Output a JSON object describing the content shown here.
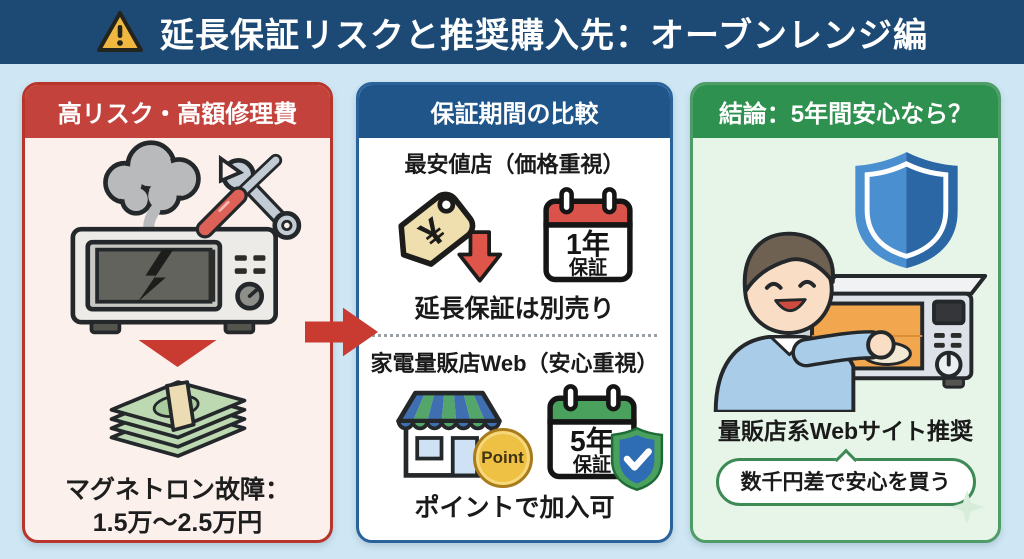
{
  "header": {
    "title": "延長保証リスクと推奨購入先：オーブンレンジ編"
  },
  "cards": {
    "risk": {
      "title": "高リスク・高額修理費",
      "caption_line1": "マグネトロン故障：",
      "caption_line2": "1.5万〜2.5万円"
    },
    "compare": {
      "title": "保証期間の比較",
      "cheapest": {
        "heading": "最安値店（価格重視）",
        "tag_currency": "¥",
        "calendar_years": "1年",
        "calendar_label": "保証",
        "caption": "延長保証は別売り"
      },
      "retailer": {
        "heading": "家電量販店Web（安心重視）",
        "point_label": "Point",
        "calendar_years": "5年",
        "calendar_label": "保証",
        "caption": "ポイントで加入可"
      }
    },
    "conclusion": {
      "title": "結論：5年間安心なら？",
      "caption": "量販店系Webサイト推奨",
      "bubble": "数千円差で安心を買う"
    }
  },
  "icons": {
    "header_warning": "warning-triangle-icon",
    "risk_illustration": "broken-microwave-smoke-tools-icon",
    "risk_arrow": "arrow-down-icon",
    "money": "money-stack-icon",
    "flow_arrow": "arrow-right-icon",
    "price_tag": "price-tag-down-icon",
    "calendar_1yr": "calendar-1year-icon",
    "store": "storefront-icon",
    "point_coin": "point-coin-icon",
    "calendar_5yr": "calendar-5year-icon",
    "shield_check": "shield-check-icon",
    "conclusion_illustration": "person-microwave-shield-illustration"
  },
  "colors": {
    "page_bg": "#cfe7f4",
    "top_bar": "#1d4a75",
    "risk_accent": "#c4423c",
    "compare_accent": "#1f5588",
    "conclusion_accent": "#2f9150",
    "arrow_red": "#c93a30",
    "warning_yellow": "#f0b840",
    "point_gold": "#eec043",
    "shield_blue": "#2e6db4",
    "shield_green": "#4aa15d"
  }
}
